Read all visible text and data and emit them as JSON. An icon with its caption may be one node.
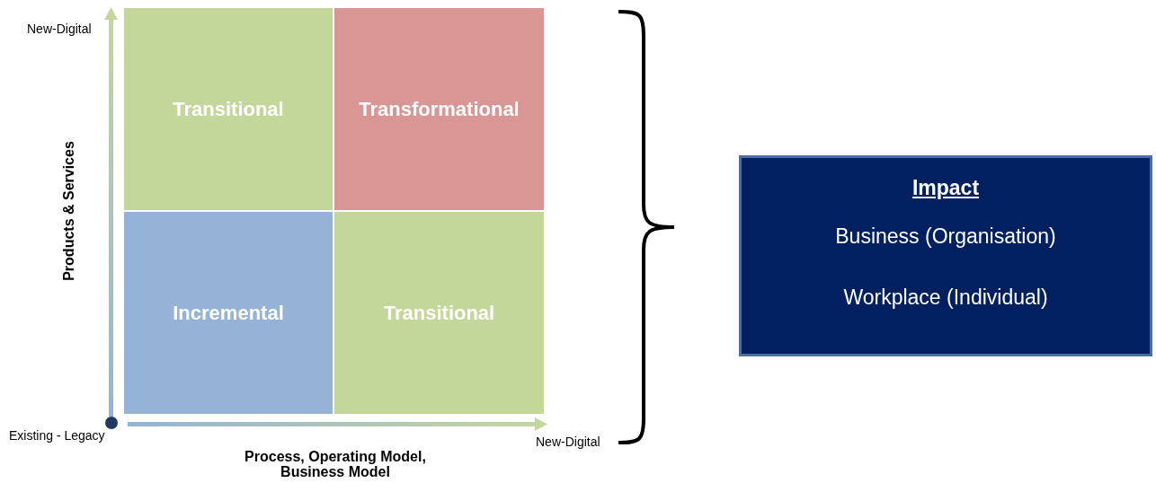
{
  "diagram": {
    "nodes": [
      {
        "text": [
          "Transitional"
        ]
      },
      {
        "text": [
          "Transformational"
        ]
      },
      {
        "text": [
          "Incremental"
        ]
      },
      {
        "text": [
          "Transitional"
        ]
      },
      {
        "text": [
          "Impact",
          "Business (Organisation)",
          "Workplace (Individual)"
        ]
      }
    ],
    "labels": [
      "New-Digital",
      "Products & Services",
      "Existing - Legacy",
      "New-Digital",
      "Process, Operating Model, Business Model"
    ]
  }
}
